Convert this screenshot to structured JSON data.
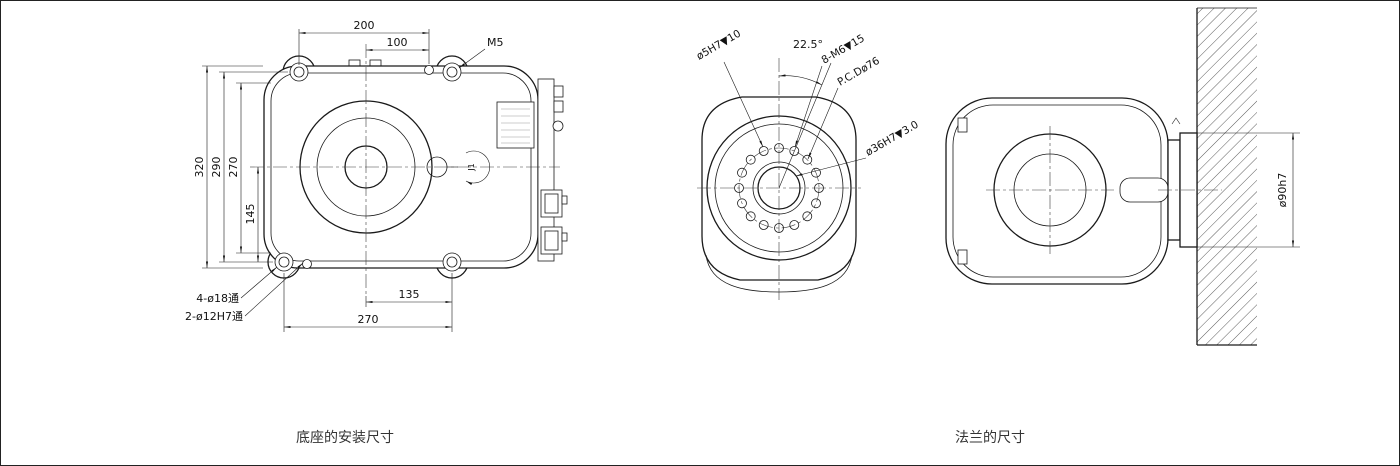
{
  "captions": {
    "base": "底座的安装尺寸",
    "flange": "法兰的尺寸"
  },
  "base_view": {
    "dim_width_outer": "200",
    "dim_width_half": "100",
    "thread_label": "M5",
    "dim_height_outer": "320",
    "dim_height_holes": "290",
    "dim_height_inner": "270",
    "dim_height_half": "145",
    "dim_bottom_half": "135",
    "dim_bottom_holes": "270",
    "mount_holes_label": "4-ø18通",
    "dowel_holes_label": "2-ø12H7通",
    "axis_label": "J1"
  },
  "flange_front_view": {
    "pin_hole_label": "ø5H7▼10",
    "angle_label": "22.5°",
    "bolt_holes_label": "8-M6▼15",
    "pitch_circle_label": "P.C.Dø76",
    "bore_label": "ø36H7▼3.0"
  },
  "flange_side_view": {
    "flange_dia_label": "ø90h7"
  }
}
